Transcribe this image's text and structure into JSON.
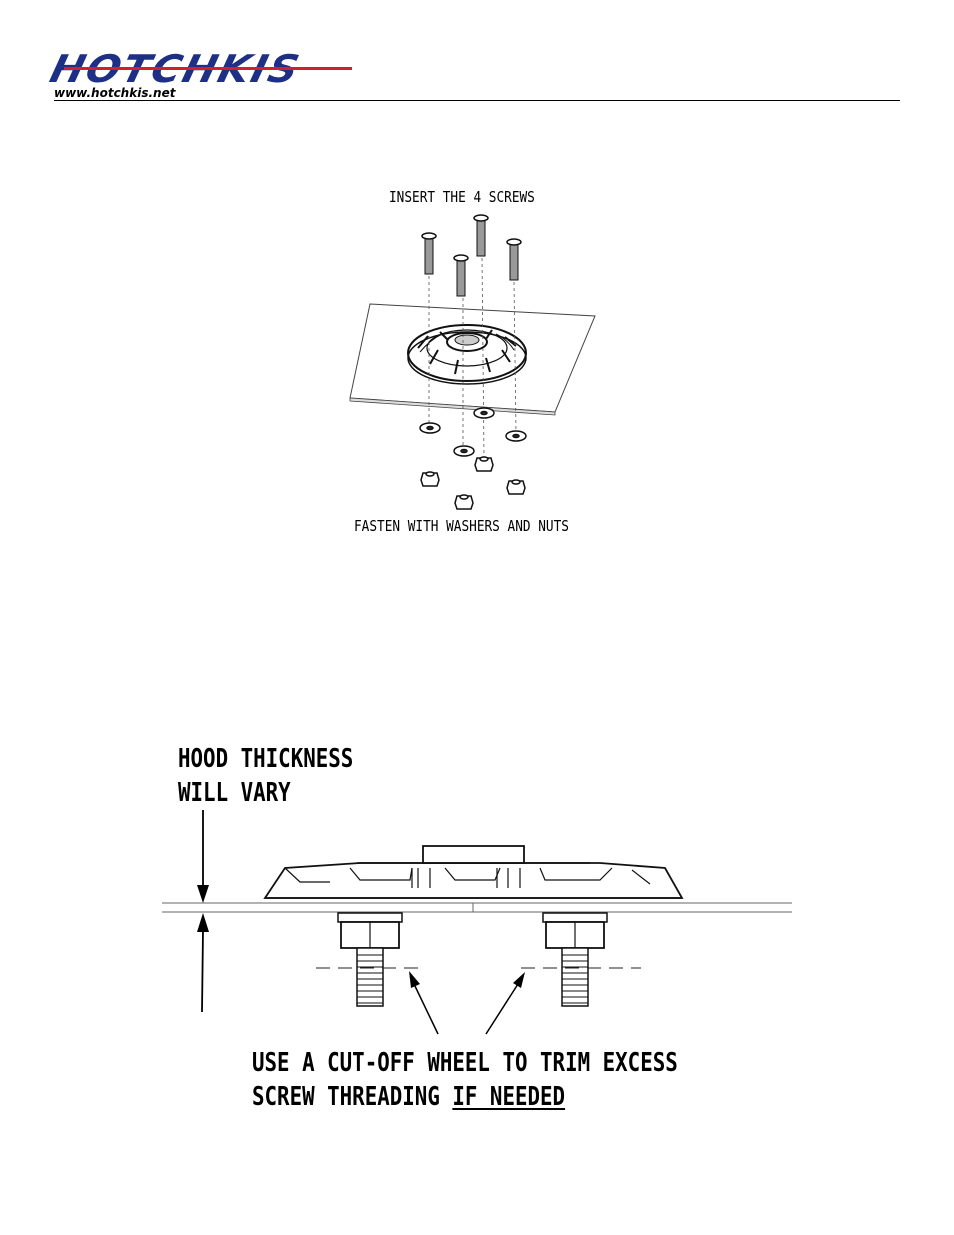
{
  "header": {
    "brand": "HOTCHKIS",
    "website": "www.hotchkis.net",
    "brand_color": "#1e2f86",
    "accent_color": "#d0202a"
  },
  "exploded_view": {
    "caption_top": "INSERT THE 4 SCREWS",
    "caption_bottom": "FASTEN WITH WASHERS AND NUTS"
  },
  "section_view": {
    "hood_note_line1": "HOOD THICKNESS",
    "hood_note_line2": "WILL VARY",
    "trim_note_line1": "USE A CUT-OFF WHEEL TO TRIM EXCESS",
    "trim_note_line2_plain": "SCREW THREADING ",
    "trim_note_line2_underlined": "IF NEEDED"
  }
}
